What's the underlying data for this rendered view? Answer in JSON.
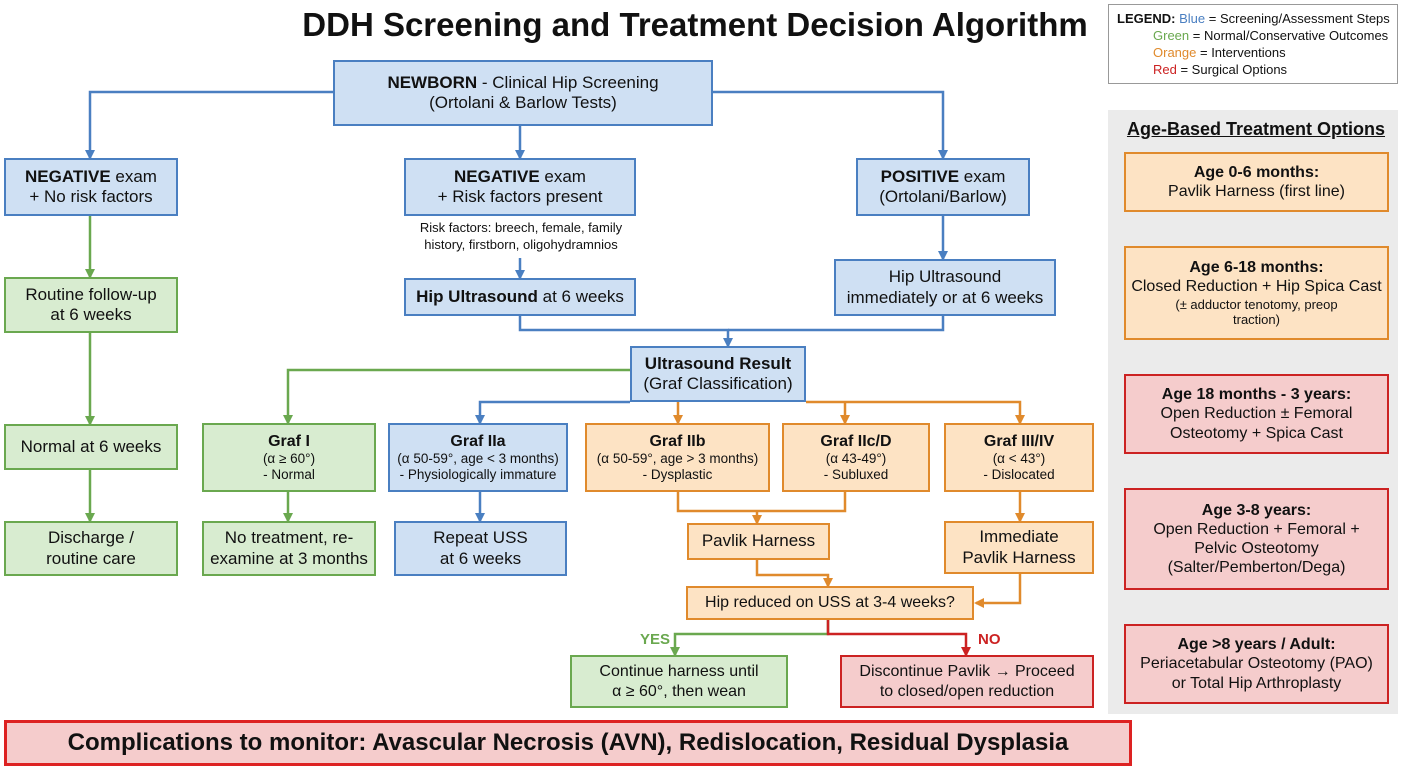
{
  "title": "DDH Screening and Treatment Decision Algorithm",
  "legend": {
    "heading": "LEGEND:",
    "blue_word": "Blue",
    "blue_text": " = Screening/Assessment Steps",
    "green_word": "Green",
    "green_text": " = Normal/Conservative Outcomes",
    "orange_word": "Orange",
    "orange_text": " = Interventions",
    "red_word": "Red",
    "red_text": " = Surgical Options",
    "colors": {
      "blue": "#4a7fc1",
      "green": "#6aa84f",
      "orange": "#e08a2c",
      "red": "#cc2222"
    }
  },
  "nodes": {
    "newborn": {
      "bold": "NEWBORN",
      "text1": " - Clinical Hip Screening",
      "text2": "(Ortolani & Barlow Tests)"
    },
    "neg_no_risk": {
      "bold": "NEGATIVE",
      "text1": " exam",
      "text2": "+ No risk factors"
    },
    "neg_risk": {
      "bold": "NEGATIVE",
      "text1": " exam",
      "text2": "+ Risk factors present"
    },
    "pos": {
      "bold": "POSITIVE",
      "text1": " exam",
      "text2": "(Ortolani/Barlow)"
    },
    "risk_note": {
      "line1": "Risk factors: breech, female, family",
      "line2": "history, firstborn, oligohydramnios"
    },
    "routine_fu": {
      "line1": "Routine follow-up",
      "line2": "at 6 weeks"
    },
    "hip_us_6w": {
      "bold": "Hip Ultrasound",
      "text": " at 6 weeks"
    },
    "hip_us_imm": {
      "line1": "Hip Ultrasound",
      "line2": "immediately or at 6 weeks"
    },
    "us_result": {
      "bold": "Ultrasound Result",
      "line2": "(Graf Classification)"
    },
    "normal_6w": {
      "text": "Normal at 6 weeks"
    },
    "graf1": {
      "bold": "Graf I",
      "line2": "(α ≥ 60°)",
      "line3": "- Normal"
    },
    "graf2a": {
      "bold": "Graf IIa",
      "line2": "(α 50-59°, age < 3 months)",
      "line3": "- Physiologically immature"
    },
    "graf2b": {
      "bold": "Graf IIb",
      "line2": "(α 50-59°, age > 3 months)",
      "line3": "- Dysplastic"
    },
    "graf2cd": {
      "bold": "Graf IIc/D",
      "line2": "(α 43-49°)",
      "line3": "- Subluxed"
    },
    "graf34": {
      "bold": "Graf III/IV",
      "line2": "(α < 43°)",
      "line3": "- Dislocated"
    },
    "discharge": {
      "line1": "Discharge /",
      "line2": "routine care"
    },
    "no_treat": {
      "line1": "No treatment, re-",
      "line2": "examine at 3 months"
    },
    "repeat_uss": {
      "line1": "Repeat USS",
      "line2": "at 6 weeks"
    },
    "pavlik": {
      "text": "Pavlik Harness"
    },
    "imm_pavlik": {
      "line1": "Immediate",
      "line2": "Pavlik Harness"
    },
    "hip_reduced": {
      "text": "Hip reduced on USS at 3-4 weeks?"
    },
    "yes_label": "YES",
    "no_label": "NO",
    "continue": {
      "line1": "Continue harness until",
      "line2": "α ≥ 60°, then wean"
    },
    "discontinue": {
      "line1": "Discontinue Pavlik → Proceed",
      "line2": "to closed/open reduction"
    }
  },
  "panel": {
    "title": "Age-Based Treatment Options",
    "items": [
      {
        "bold": "Age 0-6 months:",
        "line2": "Pavlik Harness (first line)"
      },
      {
        "bold": "Age 6-18 months:",
        "line2": "Closed Reduction + Hip Spica Cast",
        "line3": "(± adductor tenotomy, preop",
        "line4": "traction)"
      },
      {
        "bold": "Age 18 months - 3 years:",
        "line2": "Open Reduction ± Femoral",
        "line3": "Osteotomy + Spica Cast"
      },
      {
        "bold": "Age 3-8 years:",
        "line2": "Open Reduction + Femoral +",
        "line3": "Pelvic Osteotomy",
        "line4": "(Salter/Pemberton/Dega)"
      },
      {
        "bold": "Age >8 years / Adult:",
        "line2": "Periacetabular Osteotomy (PAO)",
        "line3": "or Total Hip Arthroplasty"
      }
    ]
  },
  "footer": "Complications to monitor: Avascular Necrosis (AVN), Redislocation, Residual Dysplasia"
}
